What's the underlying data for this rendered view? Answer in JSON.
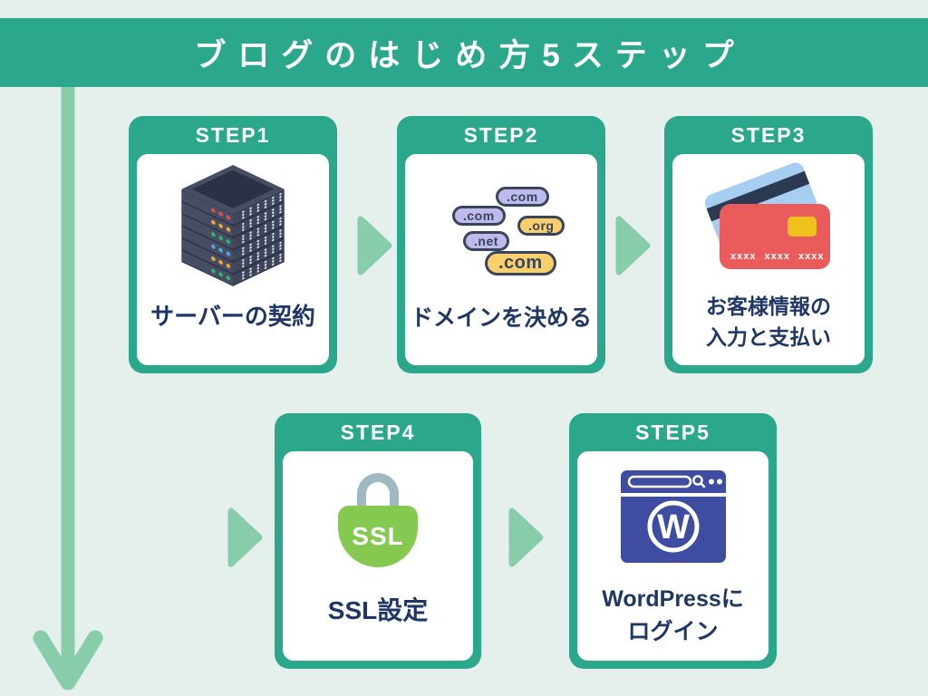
{
  "title": "ブログのはじめ方5ステップ",
  "colors": {
    "banner_green": "#2BA78B",
    "background_mint": "#E5F0ED",
    "arrow_light_green": "#88CDAB",
    "label_navy": "#1F3765",
    "pill_lavender": "#BEBAEB",
    "pill_yellow": "#F9CF6E",
    "pill_outline": "#39455A",
    "server_slate": "#474D63",
    "credit_card_red": "#EA5C5C",
    "credit_card_blue": "#A6CEF0",
    "chip_yellow": "#EFC31C",
    "ssl_green": "#86C951",
    "shackle_gray": "#9FB9C0",
    "wordpress_blue": "#3E4DA1"
  },
  "steps": [
    {
      "header": "STEP1",
      "label": "サーバーの契約",
      "icon": "server-rack-icon"
    },
    {
      "header": "STEP2",
      "label": "ドメインを決める",
      "icon": "domain-pills-icon",
      "pills": [
        {
          "text": ".com",
          "variant": "lavender"
        },
        {
          "text": ".com",
          "variant": "lavender"
        },
        {
          "text": ".org",
          "variant": "yellow"
        },
        {
          "text": ".net",
          "variant": "lavender"
        },
        {
          "text": ".com",
          "variant": "yellow"
        }
      ]
    },
    {
      "header": "STEP3",
      "label_line1": "お客様情報の",
      "label_line2": "入力と支払い",
      "icon": "credit-card-icon",
      "card_number": "xxxx xxxx xxxx"
    },
    {
      "header": "STEP4",
      "label": "SSL設定",
      "icon": "ssl-lock-icon",
      "lock_text": "SSL"
    },
    {
      "header": "STEP5",
      "label_line1": "WordPressに",
      "label_line2": "ログイン",
      "icon": "wordpress-browser-icon",
      "logo_letter": "W"
    }
  ]
}
